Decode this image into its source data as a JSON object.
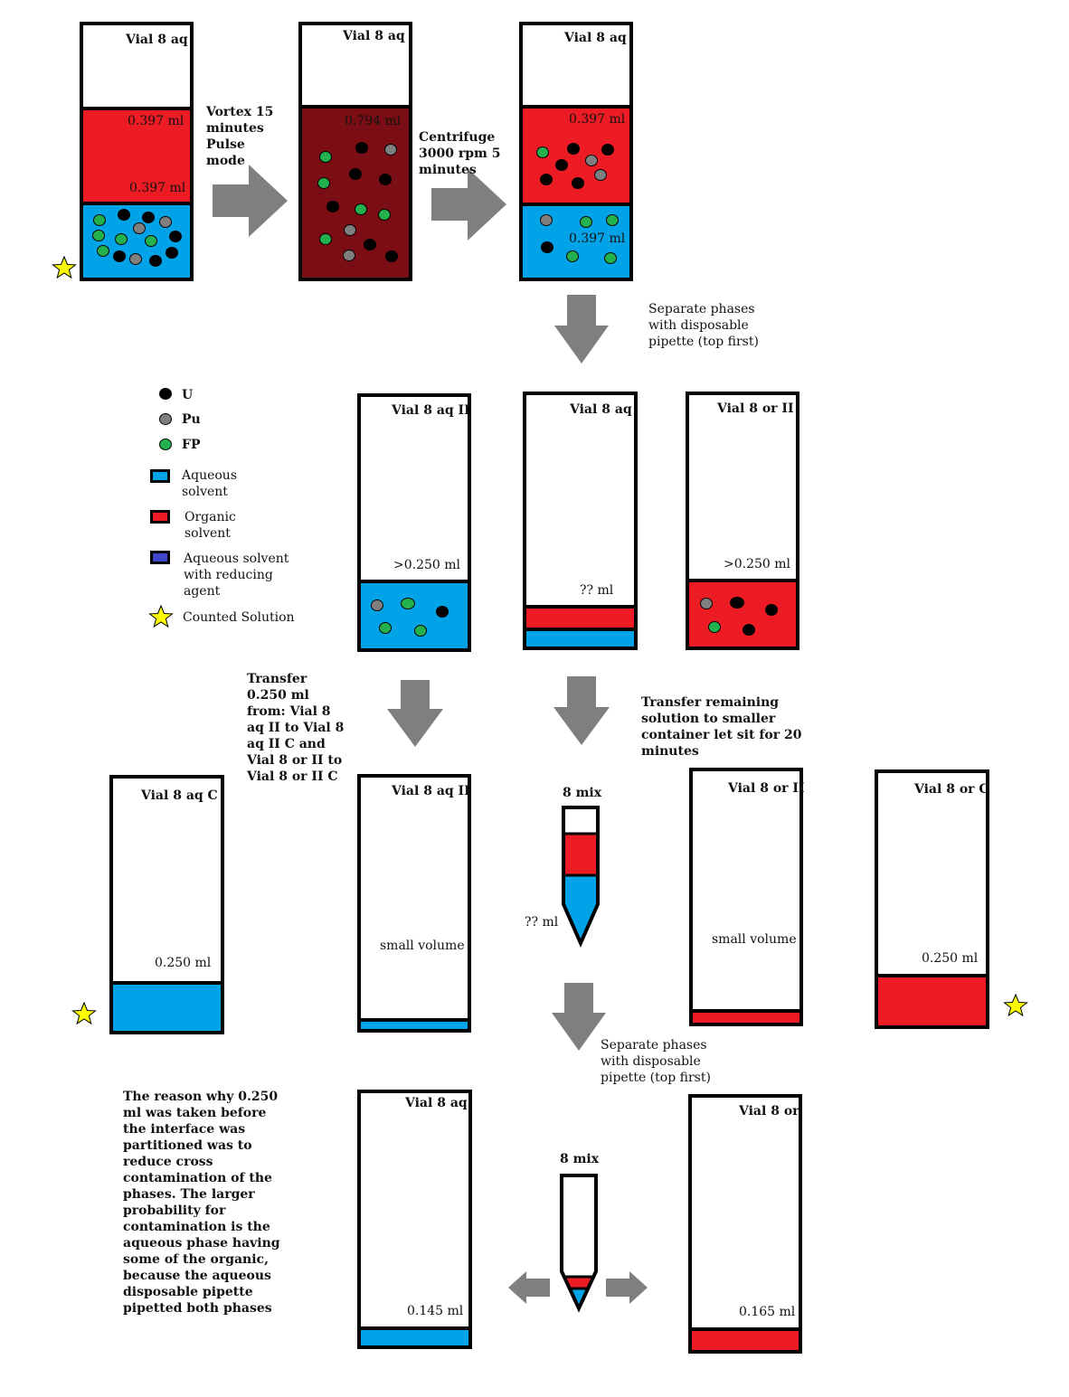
{
  "colors": {
    "aqueous": "#00a2e8",
    "organic": "#ed1c24",
    "mixed": "#7a0e14",
    "reducing": "#3f48cc",
    "uranium": "#000000",
    "plutonium": "#7f7f7f",
    "fission_products": "#22b14c",
    "star": "#ffff00",
    "arrow": "#7f7f7f"
  },
  "steps": {
    "vortex": "Vortex 15 minutes Pulse mode",
    "centrifuge": "Centrifuge 3000 rpm 5 minutes",
    "separate_1": "Separate phases with disposable pipette (top first)",
    "transfer_025": "Transfer 0.250 ml from: Vial 8 aq II to Vial 8 aq II C and Vial 8 or II to Vial 8 or II C",
    "transfer_remaining": "Transfer remaining solution to smaller container let sit for 20 minutes",
    "separate_2": "Separate phases with disposable pipette (top first)"
  },
  "row1": {
    "vial_a": {
      "label": "Vial 8 aq",
      "vol_top": "0.397 ml",
      "vol_bottom": "0.397 ml"
    },
    "vial_b": {
      "label": "Vial 8 aq",
      "vol": "0.794 ml"
    },
    "vial_c": {
      "label": "Vial 8 aq",
      "vol_top": "0.397 ml",
      "vol_bottom": "0.397 ml"
    }
  },
  "row2": {
    "aq_ii": {
      "label": "Vial 8 aq II",
      "vol": ">0.250 ml"
    },
    "aq": {
      "label": "Vial 8 aq",
      "vol": "?? ml"
    },
    "or_ii": {
      "label": "Vial 8 or II",
      "vol": ">0.250 ml"
    }
  },
  "row3": {
    "aq_c": {
      "label": "Vial 8 aq C",
      "vol": "0.250 ml"
    },
    "aq_ii": {
      "label": "Vial 8 aq II",
      "vol": "small volume"
    },
    "mix": {
      "label": "8 mix",
      "vol": "?? ml"
    },
    "or_ii": {
      "label": "Vial 8 or II",
      "vol": "small volume"
    },
    "or_c": {
      "label": "Vial 8 or C",
      "vol": "0.250 ml"
    }
  },
  "row4": {
    "aq": {
      "label": "Vial 8 aq",
      "vol": "0.145 ml"
    },
    "mix": {
      "label": "8 mix"
    },
    "or": {
      "label": "Vial 8 or",
      "vol": "0.165 ml"
    }
  },
  "legend": {
    "u": "U",
    "pu": "Pu",
    "fp": "FP",
    "aqueous": "Aqueous solvent",
    "organic": "Organic solvent",
    "reducing": "Aqueous solvent with reducing agent",
    "counted": "Counted Solution"
  },
  "explanation": "The reason why 0.250 ml was taken before the interface was partitioned was to reduce cross contamination of the phases. The larger probability for contamination is the aqueous phase having some of the organic, because the aqueous disposable pipette pipetted both phases"
}
